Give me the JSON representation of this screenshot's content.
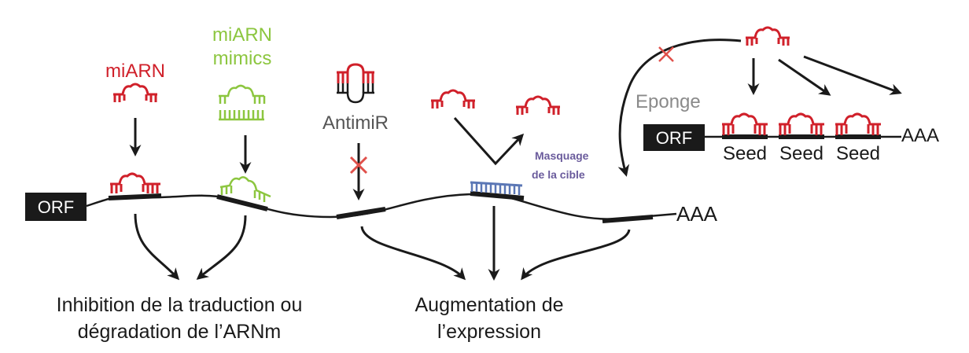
{
  "labels": {
    "miarn": "miARN",
    "mimics_line1": "miARN",
    "mimics_line2": "mimics",
    "antimir": "AntimiR",
    "masquage_line1": "Masquage",
    "masquage_line2": "de la cible",
    "eponge": "Eponge",
    "orf_main": "ORF",
    "orf_sponge": "ORF",
    "aaa_main": "AAA",
    "aaa_sponge": "AAA",
    "seed_1": "Seed",
    "seed_2": "Seed",
    "seed_3": "Seed",
    "outcome_inhibition_line1": "Inhibition de la traduction ou",
    "outcome_inhibition_line2": "dégradation de l’ARNm",
    "outcome_augmentation_line1": "Augmentation de",
    "outcome_augmentation_line2": "l’expression"
  },
  "colors": {
    "mirna_red": "#d0202a",
    "mimic_green": "#8cc63f",
    "mask_blue": "#5b77b5",
    "masquage_text": "#6a5b9c",
    "eponge_gray": "#8a8a8a",
    "black": "#1a1a1a",
    "inhibit_x": "#e0504a"
  }
}
